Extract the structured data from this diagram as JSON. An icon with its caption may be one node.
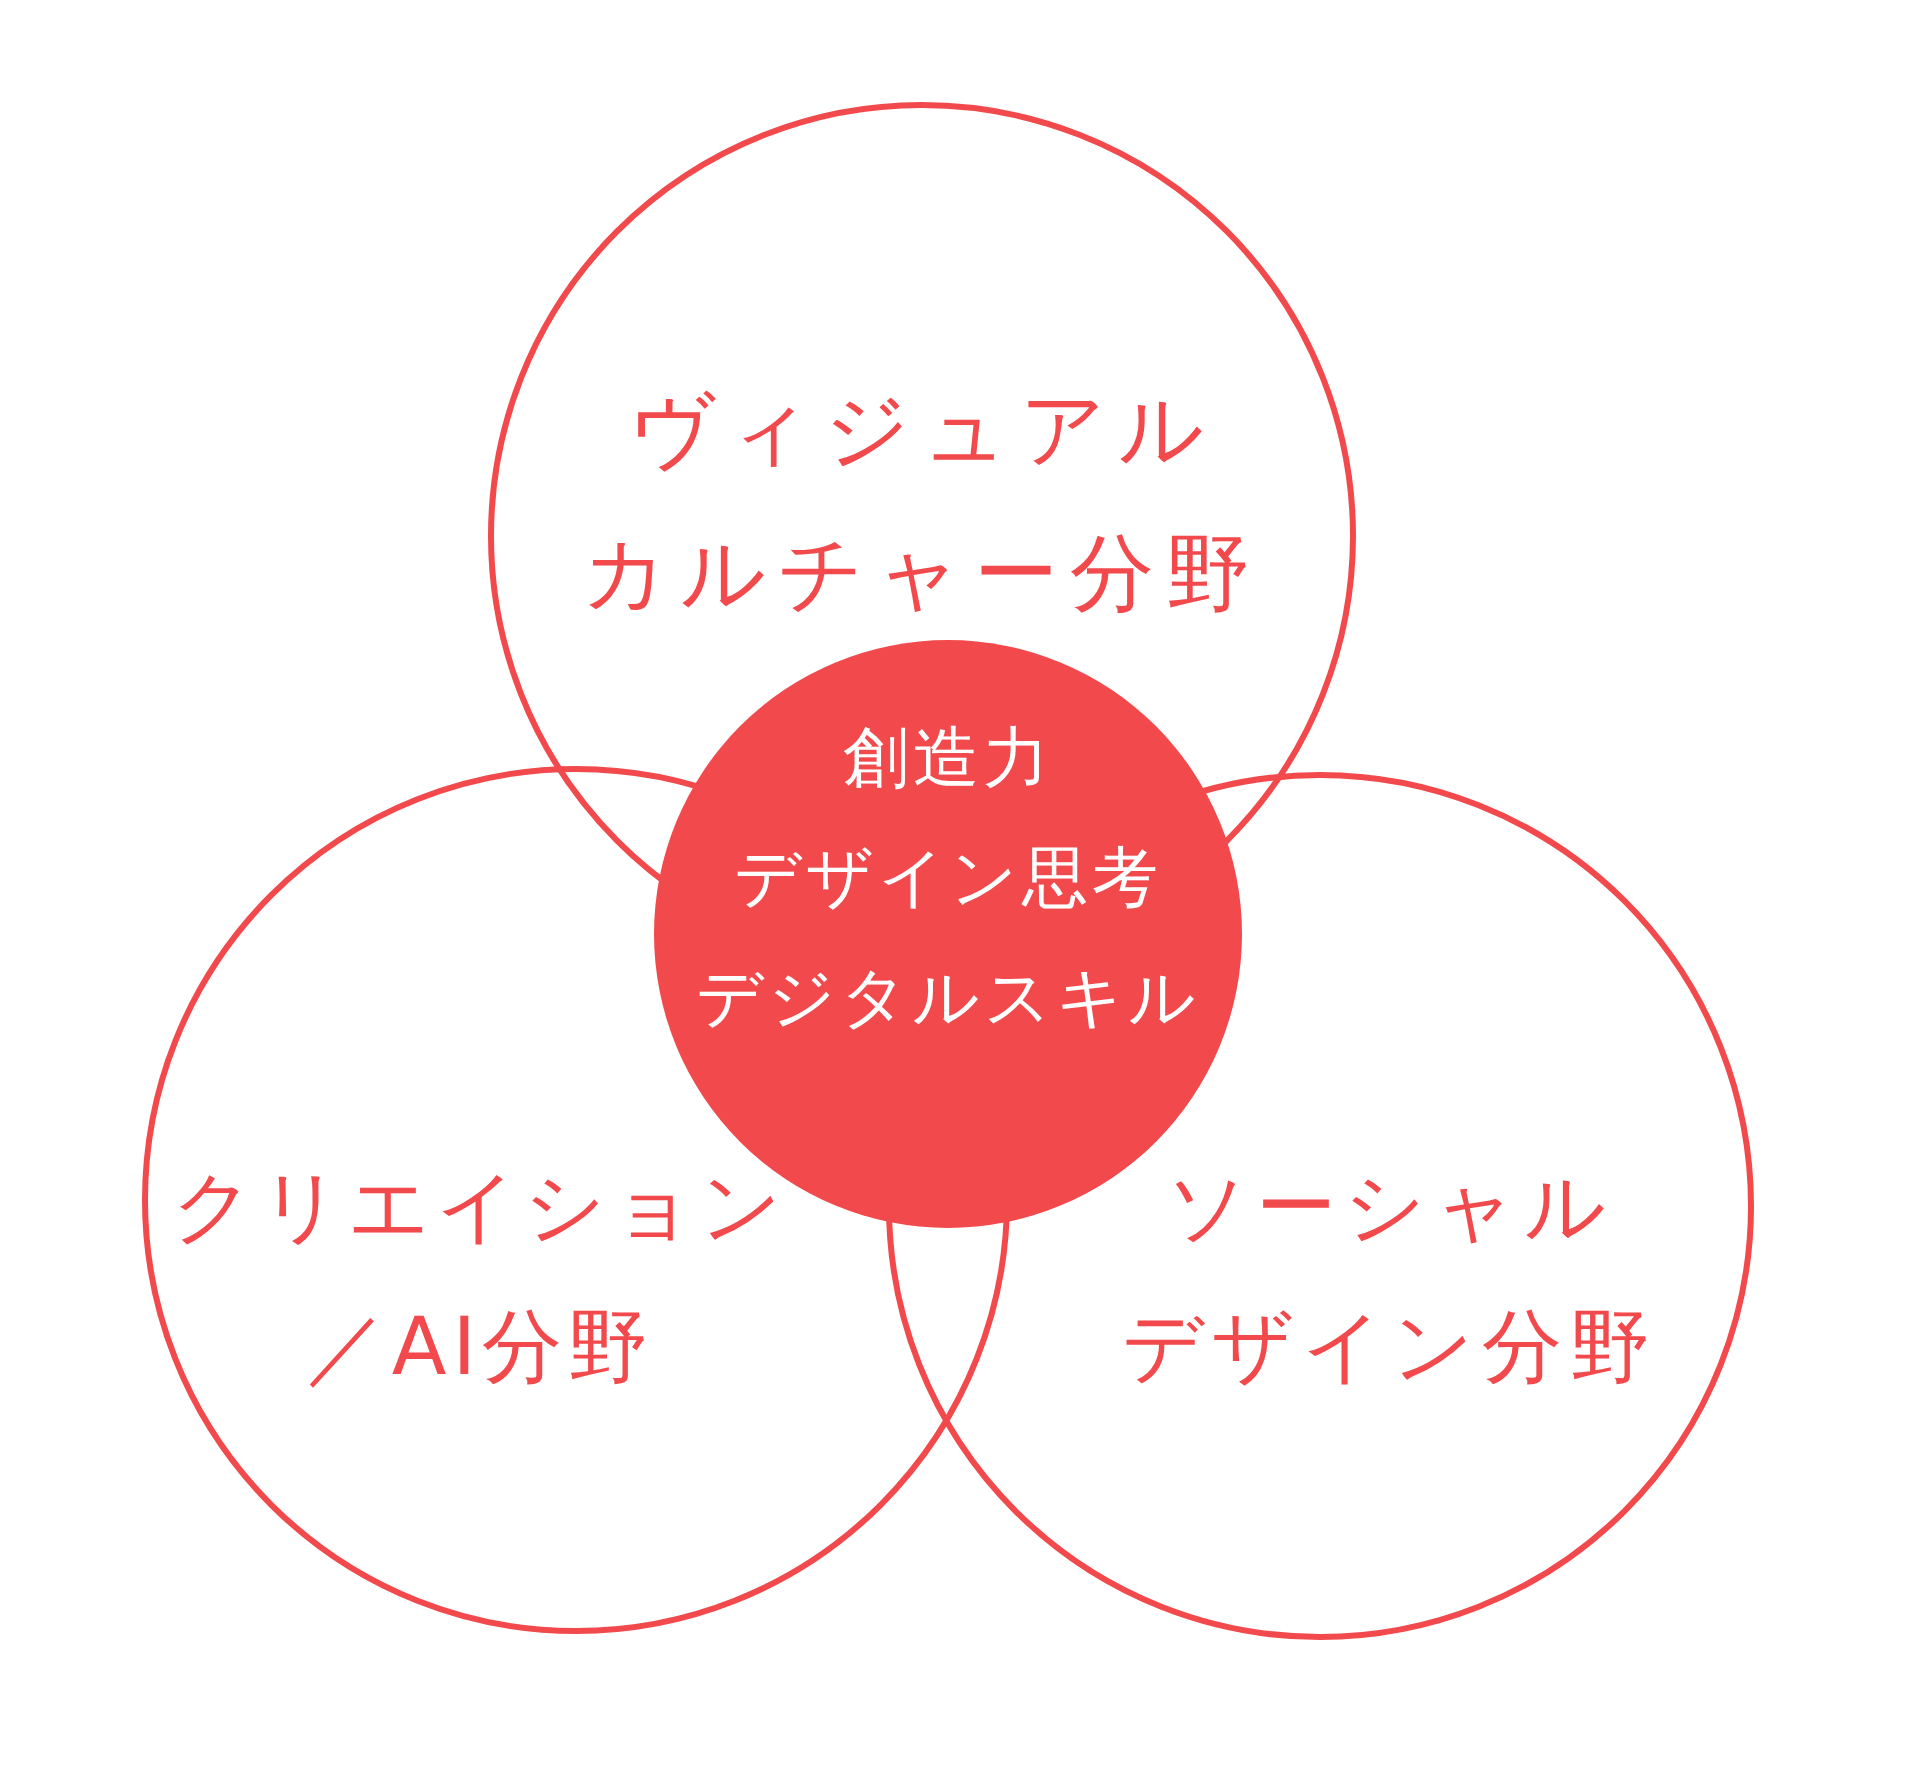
{
  "diagram": {
    "nodes": [
      {
        "text": [
          "ヴィジュアルカルチャー分野"
        ]
      },
      {
        "text": [
          "創造力",
          "デザイン思考",
          "デジタルスキル"
        ]
      },
      {
        "text": [
          "クリエイション／AI分野"
        ]
      },
      {
        "text": [
          "ソーシャルデザイン分野"
        ]
      }
    ]
  }
}
